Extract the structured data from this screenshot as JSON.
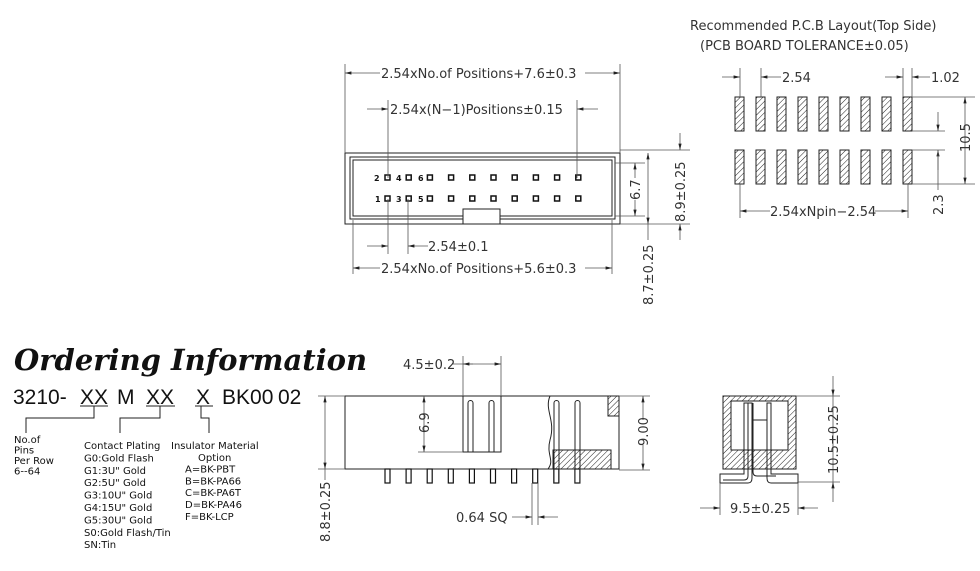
{
  "pcb_layout": {
    "title": "Recommended P.C.B Layout(Top Side)",
    "subtitle": "(PCB BOARD TOLERANCE±0.05)",
    "dim_pitch": "2.54",
    "dim_pad_width": "1.02",
    "dim_row_span": "10.5",
    "dim_row_gap": "2.3",
    "dim_total": "2.54xNpin−2.54"
  },
  "top_view": {
    "dim_overall": "2.54xNo.of Positions+7.6±0.3",
    "dim_pin_span": "2.54x(N−1)Positions±0.15",
    "dim_pitch": "2.54±0.1",
    "dim_inner": "2.54xNo.of Positions+5.6±0.3",
    "dim_inner_height": "6.7",
    "dim_height": "8.9±0.25",
    "dim_depth": "8.7±0.25",
    "pin_labels_top": [
      "2",
      "4",
      "6"
    ],
    "pin_labels_bottom": [
      "1",
      "3",
      "5"
    ]
  },
  "side_view": {
    "dim_window": "4.5±0.2",
    "dim_pin_height": "6.9",
    "dim_body_height": "8.8±0.25",
    "dim_total_height": "9.00",
    "dim_pin_size": "0.64 SQ"
  },
  "end_view": {
    "dim_height": "10.5±0.25",
    "dim_width": "9.5±0.25"
  },
  "ordering": {
    "title": "Ordering Information",
    "code_parts": [
      "3210-",
      "XX",
      "M",
      "XX",
      "X",
      "BK00",
      "02"
    ],
    "pins": [
      "No.of",
      "Pins",
      "Per Row",
      "6--64"
    ],
    "plating": [
      "Contact Plating",
      "G0:Gold Flash",
      "G1:3U\" Gold",
      "G2:5U\" Gold",
      "G3:10U\" Gold",
      "G4:15U\" Gold",
      "G5:30U\" Gold",
      "S0:Gold Flash/Tin",
      "SN:Tin"
    ],
    "material": [
      "Insulator Material",
      "Option",
      "A=BK-PBT",
      "B=BK-PA66",
      "C=BK-PA6T",
      "D=BK-PA46",
      "F=BK-LCP"
    ]
  }
}
